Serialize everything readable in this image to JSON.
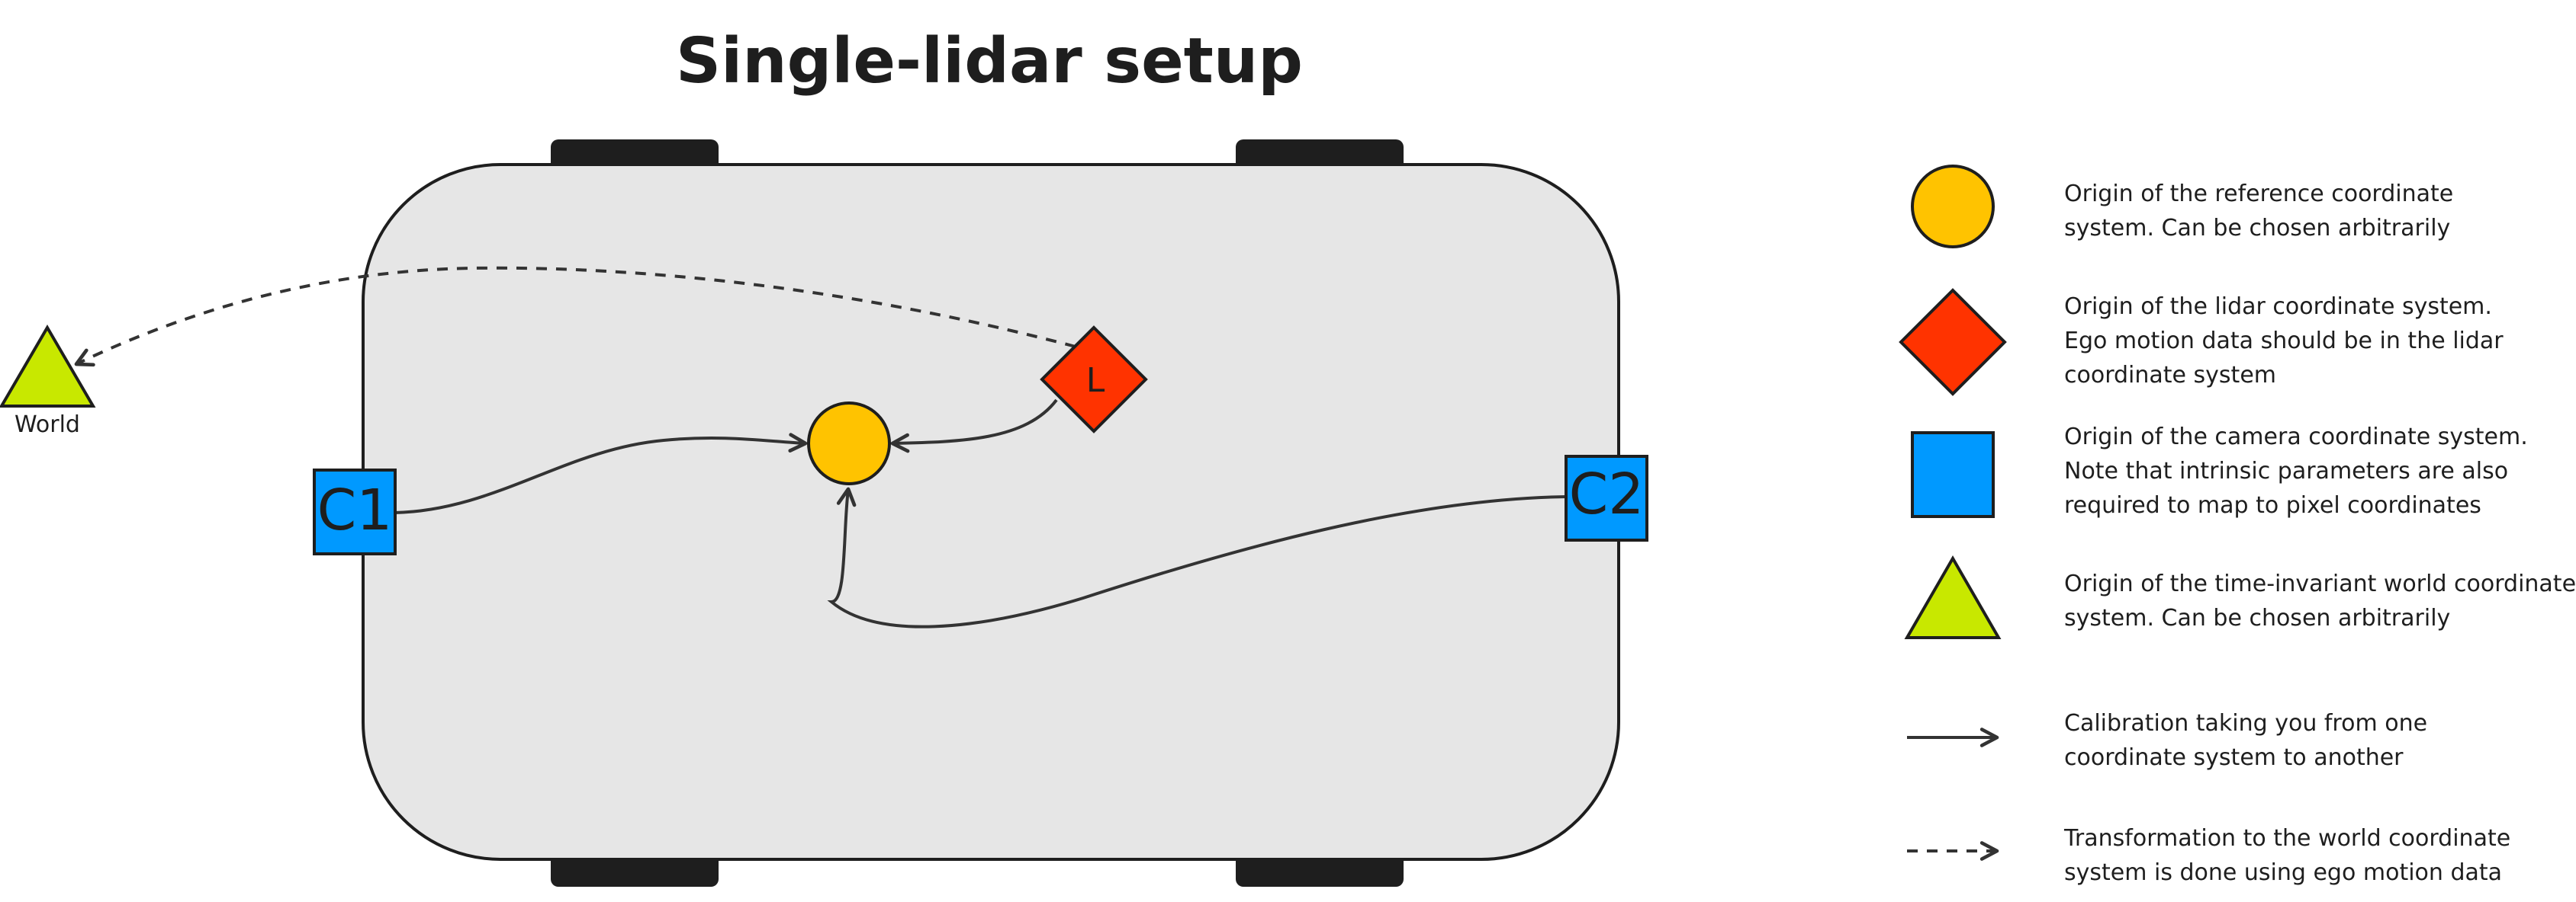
{
  "title": "Single-lidar setup",
  "nodes": {
    "lidar": {
      "label": "L"
    },
    "camera_left": {
      "label": "C1"
    },
    "camera_right": {
      "label": "C2"
    },
    "world": {
      "label": "World"
    }
  },
  "legend": {
    "reference": {
      "line1": "Origin of the reference coordinate",
      "line2": "system. Can be chosen arbitrarily"
    },
    "lidar": {
      "line1": "Origin of the lidar coordinate system.",
      "line2": "Ego motion data should be in the lidar",
      "line3": "coordinate system"
    },
    "camera": {
      "line1": "Origin of the camera coordinate system.",
      "line2": "Note that intrinsic parameters are also",
      "line3": "required to map to pixel coordinates"
    },
    "world": {
      "line1": "Origin of the time-invariant world coordinate",
      "line2": "system. Can be chosen arbitrarily"
    },
    "calibration": {
      "line1": "Calibration taking you from one",
      "line2": "coordinate system to another"
    },
    "transformation": {
      "line1": "Transformation to the world coordinate",
      "line2": "system is done using ego motion data"
    }
  },
  "colors": {
    "reference": "#ffc300",
    "lidar": "#ff3300",
    "camera": "#0099ff",
    "world": "#c8e800",
    "vehicle_body": "#e6e6e6",
    "wheel": "#1e1e1e",
    "stroke": "#1e1e1e",
    "arrow": "#333333"
  }
}
